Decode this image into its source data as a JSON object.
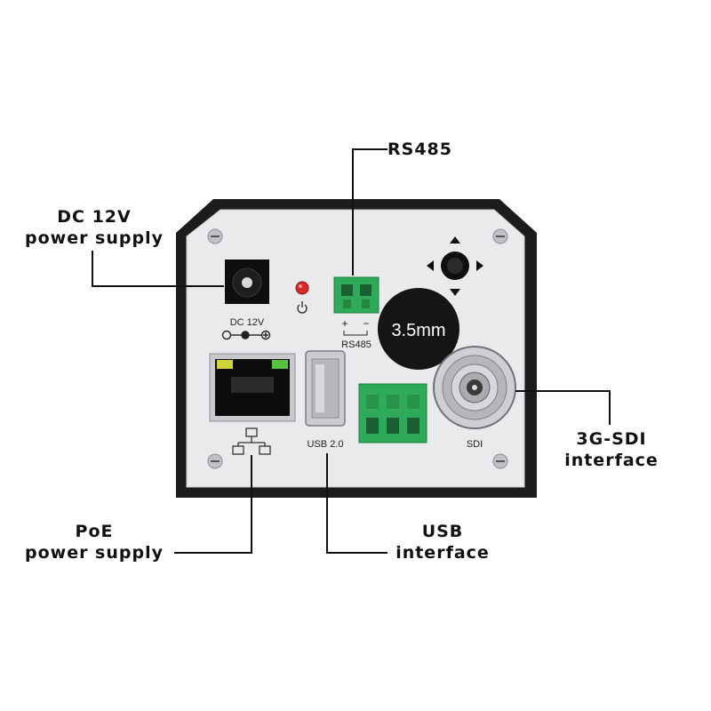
{
  "callouts": {
    "rs485": "RS485",
    "dc12v": [
      "DC 12V",
      "power supply"
    ],
    "sdi": [
      "3G-SDI",
      "interface"
    ],
    "poe": [
      "PoE",
      "power supply"
    ],
    "usb": [
      "USB",
      "interface"
    ]
  },
  "panel_labels": {
    "dc": "DC 12V",
    "rs485": "RS485",
    "rs485_plus": "+",
    "rs485_minus": "−",
    "usb": "USB 2.0",
    "sdi": "SDI",
    "lens": "3.5mm"
  },
  "colors": {
    "housing": "#1c1c1c",
    "panel": "#e9eaec",
    "terminal_green": "#2faa5a",
    "led_red": "#d42a2a"
  },
  "icons": [
    "power-icon",
    "network-icon",
    "dc-polarity-icon",
    "joystick-icon"
  ]
}
